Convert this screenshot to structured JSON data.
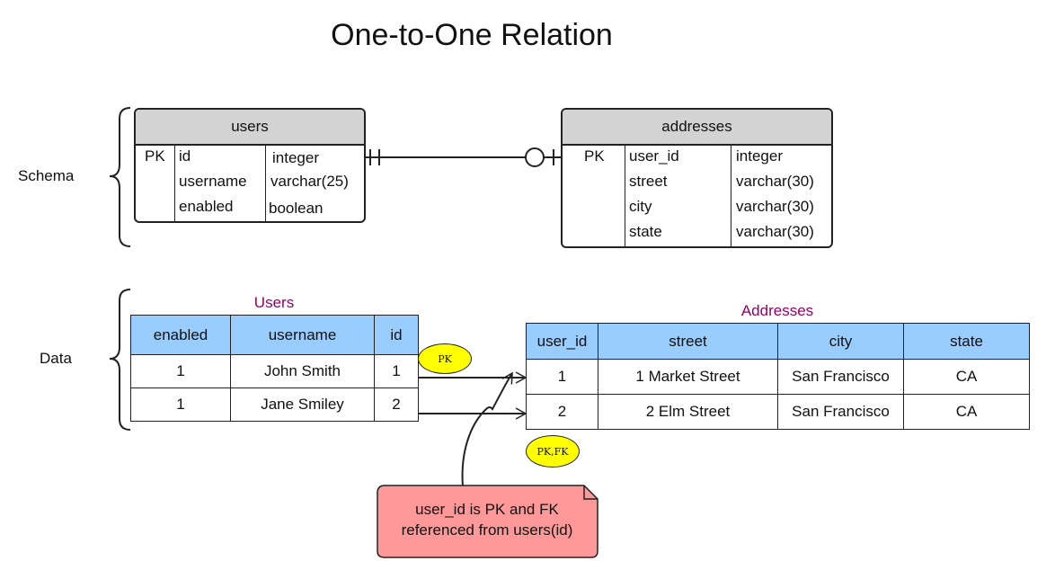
{
  "title": "One-to-One Relation",
  "labels": {
    "schema": "Schema",
    "data": "Data"
  },
  "schema": {
    "users": {
      "name": "users",
      "rows": [
        {
          "key": "PK",
          "field": "id",
          "type": "integer"
        },
        {
          "key": "",
          "field": "username",
          "type": "varchar(25)"
        },
        {
          "key": "",
          "field": "enabled",
          "type": "boolean"
        }
      ]
    },
    "addresses": {
      "name": "addresses",
      "rows": [
        {
          "key": "PK",
          "field": "user_id",
          "type": "integer"
        },
        {
          "key": "",
          "field": "street",
          "type": "varchar(30)"
        },
        {
          "key": "",
          "field": "city",
          "type": "varchar(30)"
        },
        {
          "key": "",
          "field": "state",
          "type": "varchar(30)"
        }
      ]
    }
  },
  "data": {
    "users": {
      "caption": "Users",
      "headers": [
        "enabled",
        "username",
        "id"
      ],
      "rows": [
        [
          "1",
          "John Smith",
          "1"
        ],
        [
          "1",
          "Jane Smiley",
          "2"
        ]
      ]
    },
    "addresses": {
      "caption": "Addresses",
      "headers": [
        "user_id",
        "street",
        "city",
        "state"
      ],
      "rows": [
        [
          "1",
          "1 Market Street",
          "San Francisco",
          "CA"
        ],
        [
          "2",
          "2 Elm Street",
          "San Francisco",
          "CA"
        ]
      ]
    }
  },
  "badges": {
    "pk": "PK",
    "pk_fk": "PK,FK"
  },
  "note": {
    "line1": "user_id is PK and FK",
    "line2": "referenced from users(id)"
  },
  "colors": {
    "header_blue": "#99ccff",
    "caption": "#990066",
    "badge": "#ffff00",
    "note": "#ff9999",
    "entity_head": "#d3d3d3"
  }
}
